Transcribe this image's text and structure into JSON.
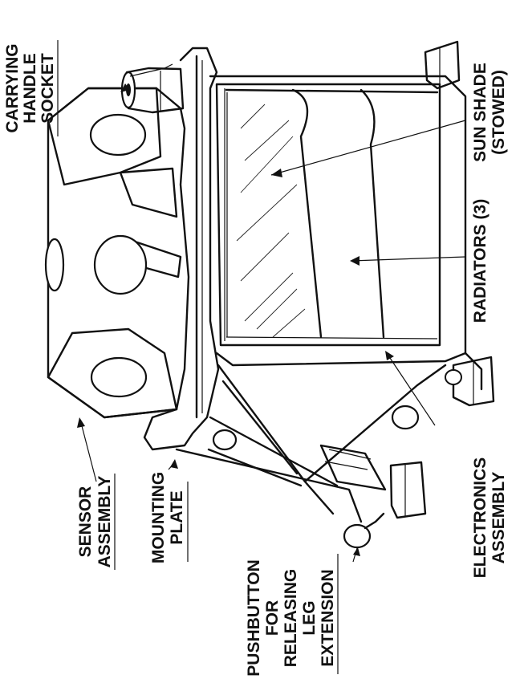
{
  "diagram": {
    "labels": {
      "carrying_handle_socket": [
        "CARRYING",
        "HANDLE",
        "SOCKET"
      ],
      "sun_shade": [
        "SUN SHADE",
        "(STOWED)"
      ],
      "radiators": "RADIATORS (3)",
      "electronics_assembly": [
        "ELECTRONICS",
        "ASSEMBLY"
      ],
      "sensor_assembly": [
        "SENSOR",
        "ASSEMBLY"
      ],
      "mounting_plate": [
        "MOUNTING",
        "PLATE"
      ],
      "pushbutton": [
        "PUSHBUTTON",
        "FOR",
        "RELEASING",
        "LEG",
        "EXTENSION"
      ]
    },
    "rotation": "rotated 90 degrees counter-clockwise",
    "style": "black line drawing on white"
  }
}
